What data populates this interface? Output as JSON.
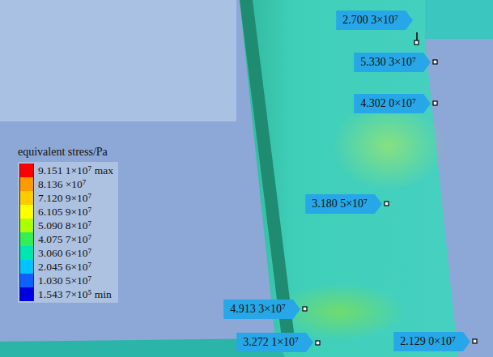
{
  "diagram": {
    "labels": [
      "equivalent stress/Pa",
      "2.700 3×10⁷",
      "5.330 3×10⁷",
      "4.302 0×10⁷",
      "3.180 5×10⁷",
      "4.913 3×10⁷",
      "3.272 1×10⁷",
      "2.129 0×10⁷"
    ],
    "legend": [
      {
        "text": "9.151 1×10⁷ max",
        "color": "#ff0000"
      },
      {
        "text": "8.136 ×10⁷",
        "color": "#ff9a00"
      },
      {
        "text": "7.120 9×10⁷",
        "color": "#ffcc00"
      },
      {
        "text": "6.105 9×10⁷",
        "color": "#ffff00"
      },
      {
        "text": "5.090 8×10⁷",
        "color": "#aaff00"
      },
      {
        "text": "4.075 7×10⁷",
        "color": "#33ee55"
      },
      {
        "text": "3.060 6×10⁷",
        "color": "#00e6b0"
      },
      {
        "text": "2.045 6×10⁷",
        "color": "#00c4ff"
      },
      {
        "text": "1.030 5×10⁷",
        "color": "#1060ff"
      },
      {
        "text": "1.543 7×10⁵ min",
        "color": "#0000e0"
      }
    ]
  }
}
